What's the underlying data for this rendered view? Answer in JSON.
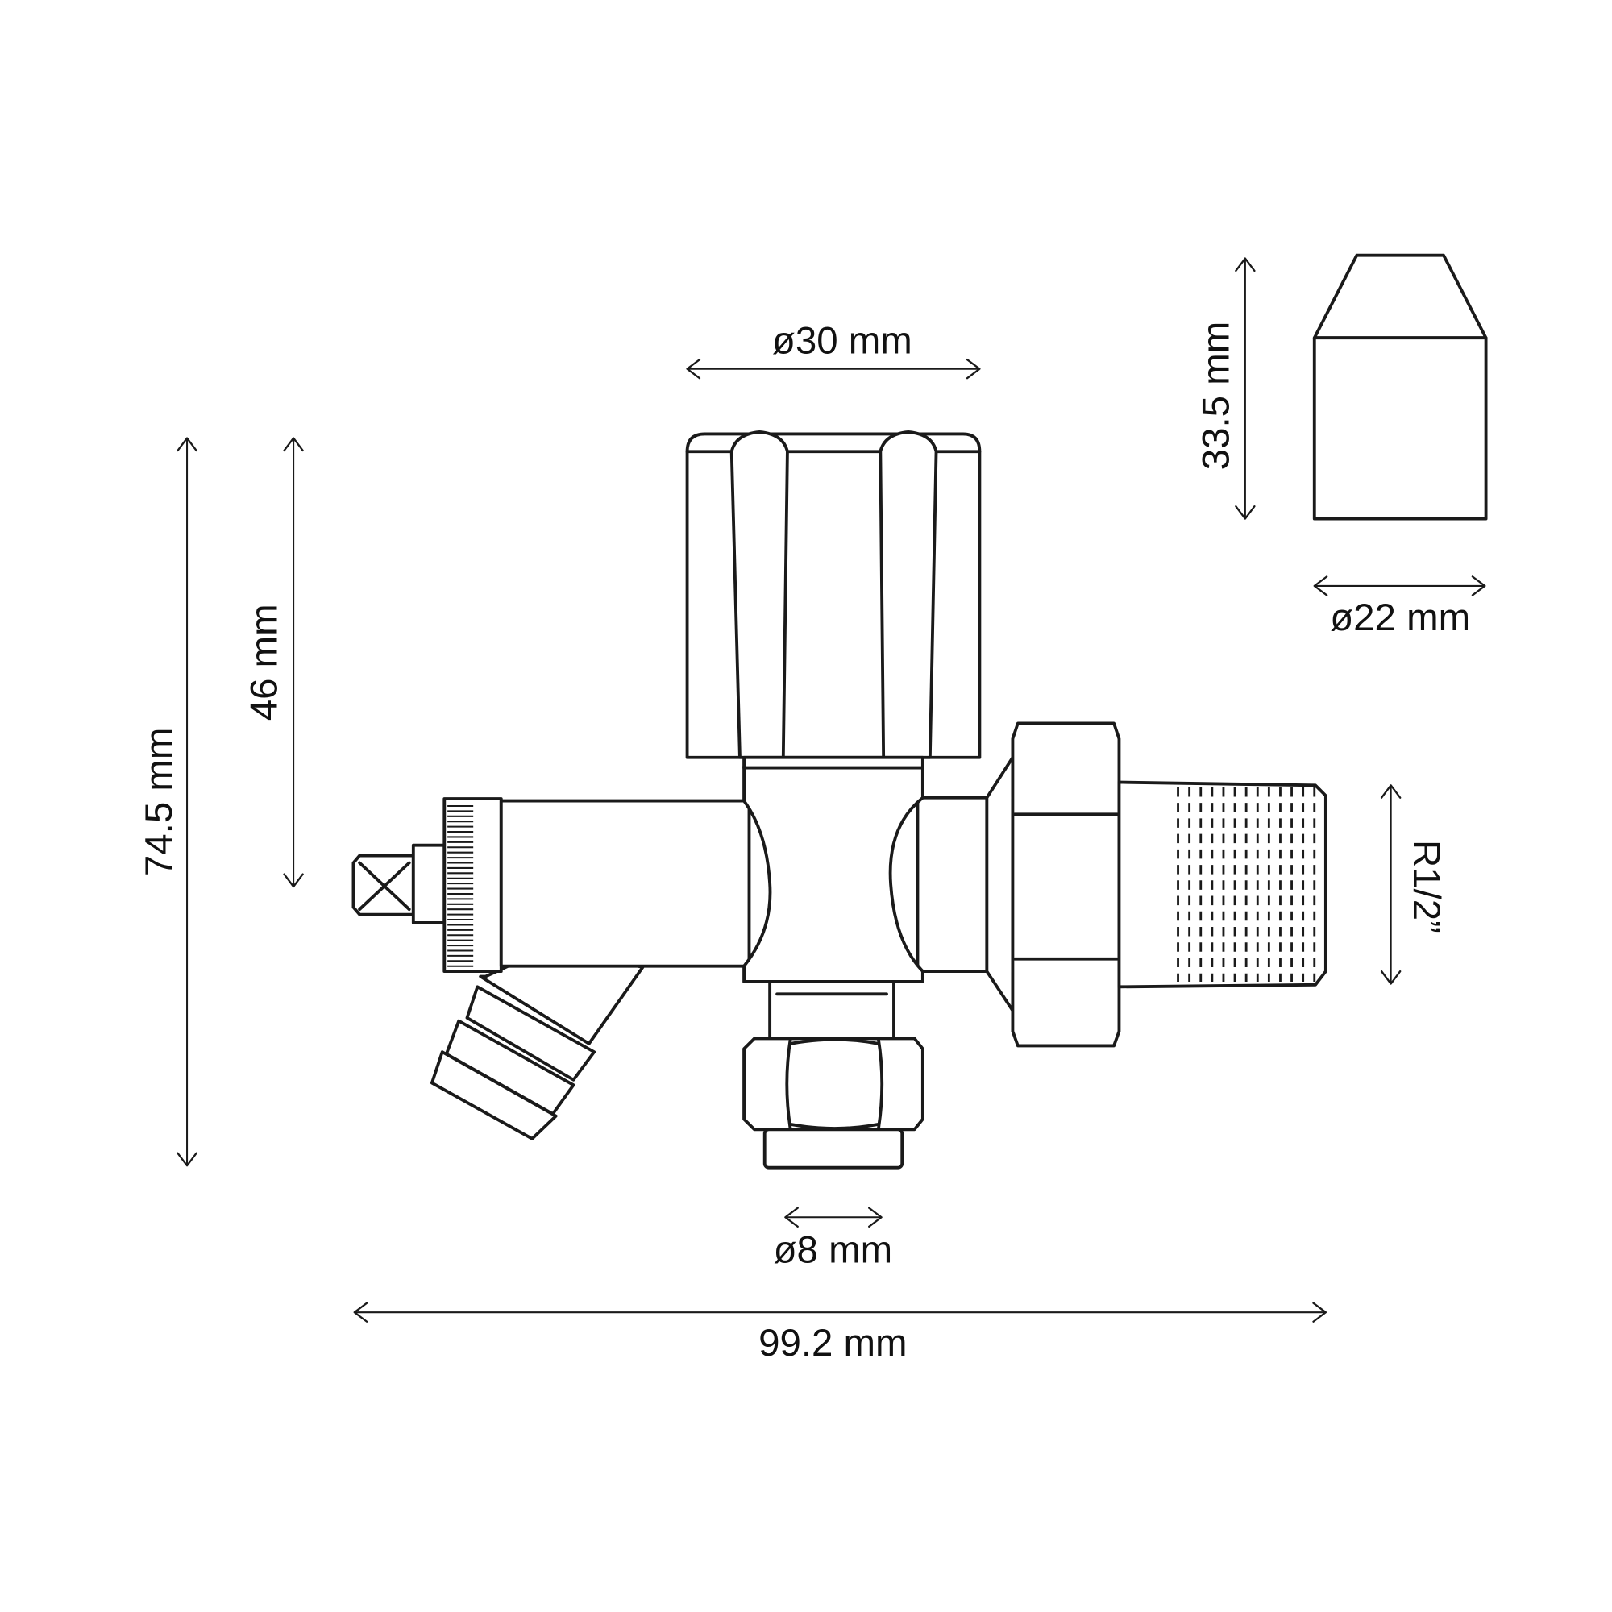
{
  "dimensions": {
    "total_height": "74.5 mm",
    "knob_height": "46 mm",
    "knob_diameter": "ø30 mm",
    "cap_height": "33.5 mm",
    "cap_diameter": "ø22 mm",
    "thread": "R1/2”",
    "pipe_diameter": "ø8 mm",
    "total_width": "99.2 mm"
  },
  "colors": {
    "line": "#1a1a1a",
    "background": "#ffffff"
  }
}
